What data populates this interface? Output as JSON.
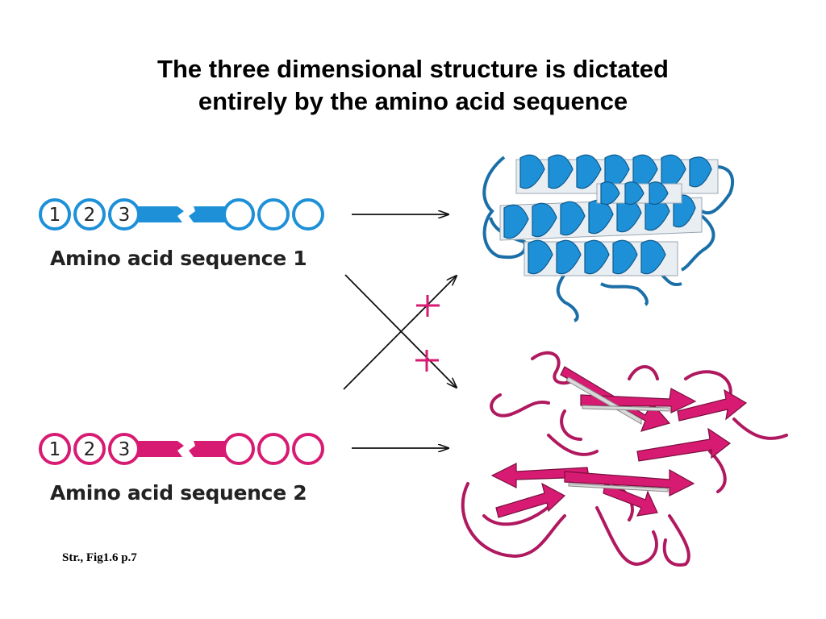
{
  "title": {
    "line1": "The three dimensional structure is dictated",
    "line2": "entirely by the amino acid sequence"
  },
  "sequence1": {
    "label": "Amino acid sequence 1",
    "residue_numbers": [
      "1",
      "2",
      "3"
    ],
    "color": "#1e90d8"
  },
  "sequence2": {
    "label": "Amino acid sequence 2",
    "residue_numbers": [
      "1",
      "2",
      "3"
    ],
    "color": "#d81b72"
  },
  "cross_mark_color": "#d81b72",
  "caption": "Str., Fig1.6 p.7",
  "structures": {
    "top": "alpha-helix-protein-icon",
    "bottom": "beta-sheet-protein-icon"
  }
}
